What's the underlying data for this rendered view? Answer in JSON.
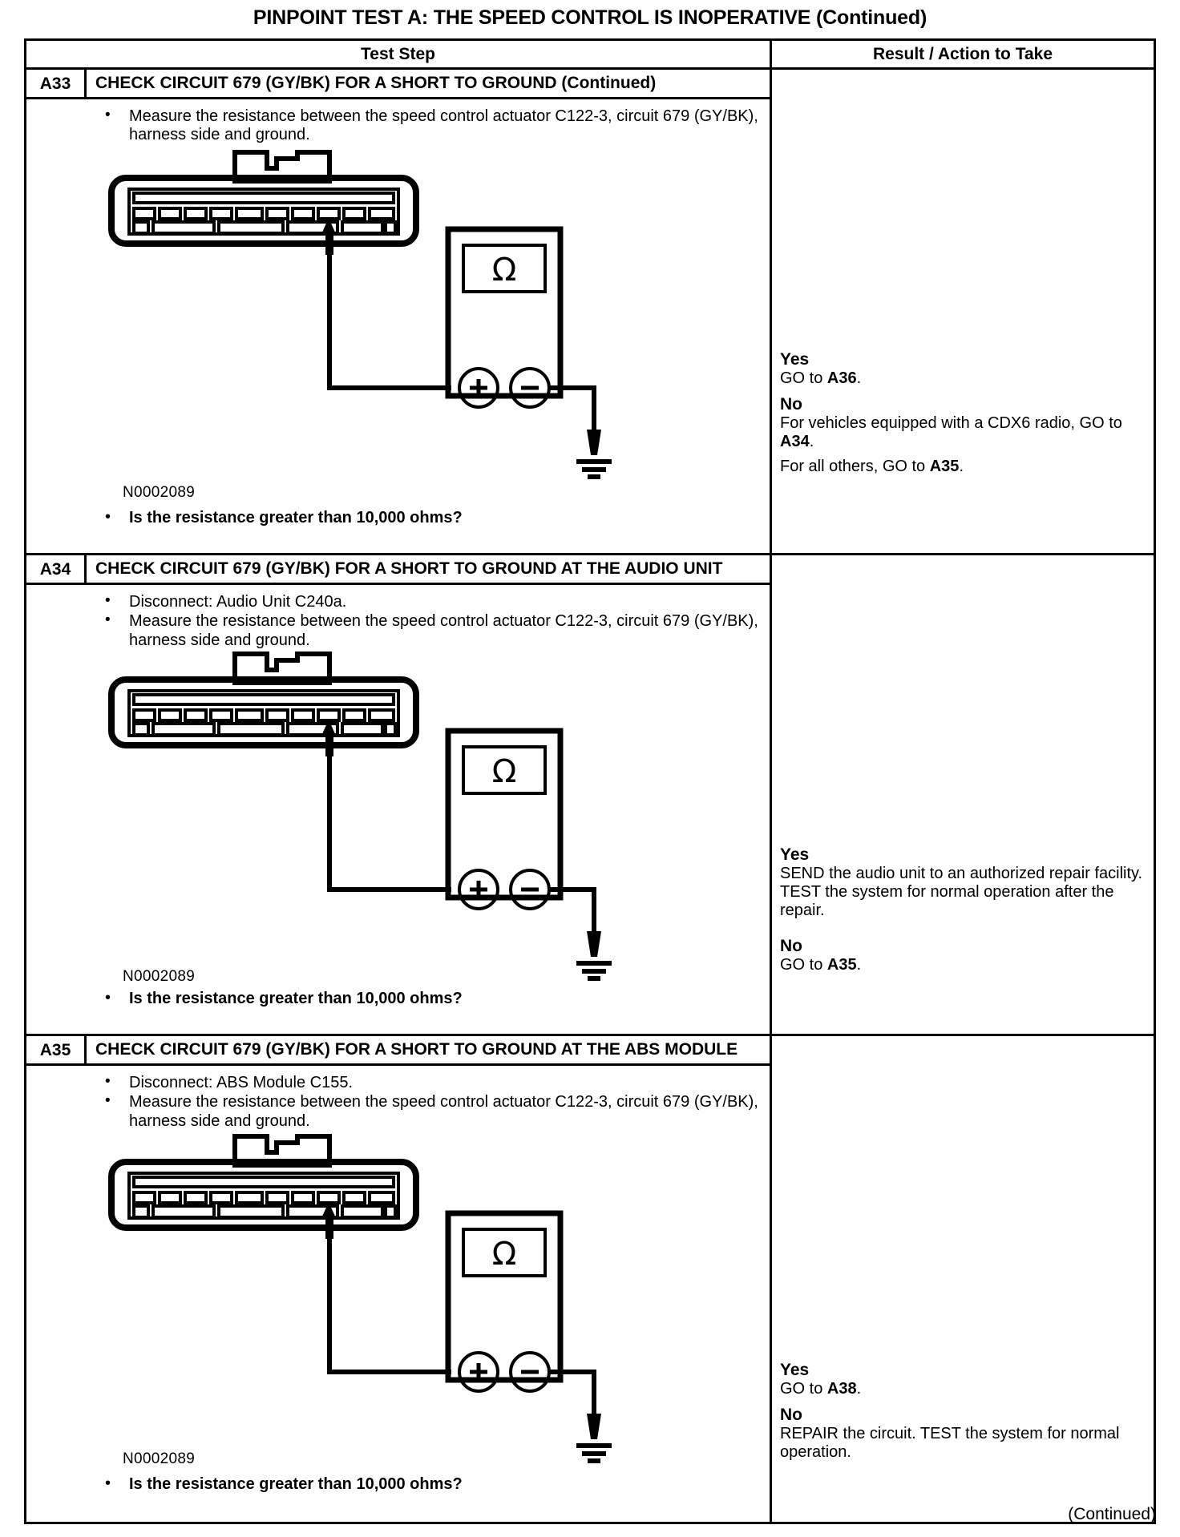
{
  "document": {
    "title": "PINPOINT TEST  A: THE SPEED CONTROL IS INOPERATIVE (Continued)",
    "footer": "(Continued)"
  },
  "table": {
    "headers": {
      "test_step": "Test Step",
      "result_action": "Result / Action to Take"
    },
    "rows": [
      {
        "id": "A33",
        "title": "CHECK CIRCUIT 679 (GY/BK) FOR A SHORT TO GROUND (Continued)",
        "bullets": [
          "Measure the resistance between the speed control actuator C122-3, circuit 679 (GY/BK), harness side and ground."
        ],
        "ref_code": "N0002089",
        "question": "Is the resistance greater than 10,000 ohms?",
        "meter_symbol": "Ω",
        "meter_plus": "+",
        "meter_minus": "−",
        "results": [
          {
            "head": "Yes",
            "lines": [
              "GO to A36."
            ]
          },
          {
            "head": "No",
            "lines": [
              "For vehicles equipped with a CDX6 radio, GO to A34.",
              "For all others, GO to A35."
            ]
          }
        ]
      },
      {
        "id": "A34",
        "title": "CHECK CIRCUIT 679 (GY/BK) FOR A SHORT TO GROUND AT THE AUDIO UNIT",
        "bullets": [
          "Disconnect: Audio Unit C240a.",
          "Measure the resistance between the speed control actuator C122-3, circuit 679 (GY/BK), harness side and ground."
        ],
        "ref_code": "N0002089",
        "question": "Is the resistance greater than 10,000 ohms?",
        "meter_symbol": "Ω",
        "meter_plus": "+",
        "meter_minus": "−",
        "results": [
          {
            "head": "Yes",
            "lines": [
              "SEND the audio unit to an authorized repair facility. TEST the system for normal operation after the repair."
            ]
          },
          {
            "head": "No",
            "lines": [
              "GO to A35."
            ]
          }
        ]
      },
      {
        "id": "A35",
        "title": "CHECK CIRCUIT 679 (GY/BK) FOR A SHORT TO GROUND AT THE ABS MODULE",
        "bullets": [
          "Disconnect: ABS Module C155.",
          "Measure the resistance between the speed control actuator C122-3, circuit 679 (GY/BK), harness side and ground."
        ],
        "ref_code": "N0002089",
        "question": "Is the resistance greater than 10,000 ohms?",
        "meter_symbol": "Ω",
        "meter_plus": "+",
        "meter_minus": "−",
        "results": [
          {
            "head": "Yes",
            "lines": [
              "GO to A38."
            ]
          },
          {
            "head": "No",
            "lines": [
              "REPAIR the circuit. TEST the system for normal operation."
            ]
          }
        ]
      }
    ]
  },
  "colors": {
    "ink": "#000000",
    "paper": "#ffffff"
  }
}
